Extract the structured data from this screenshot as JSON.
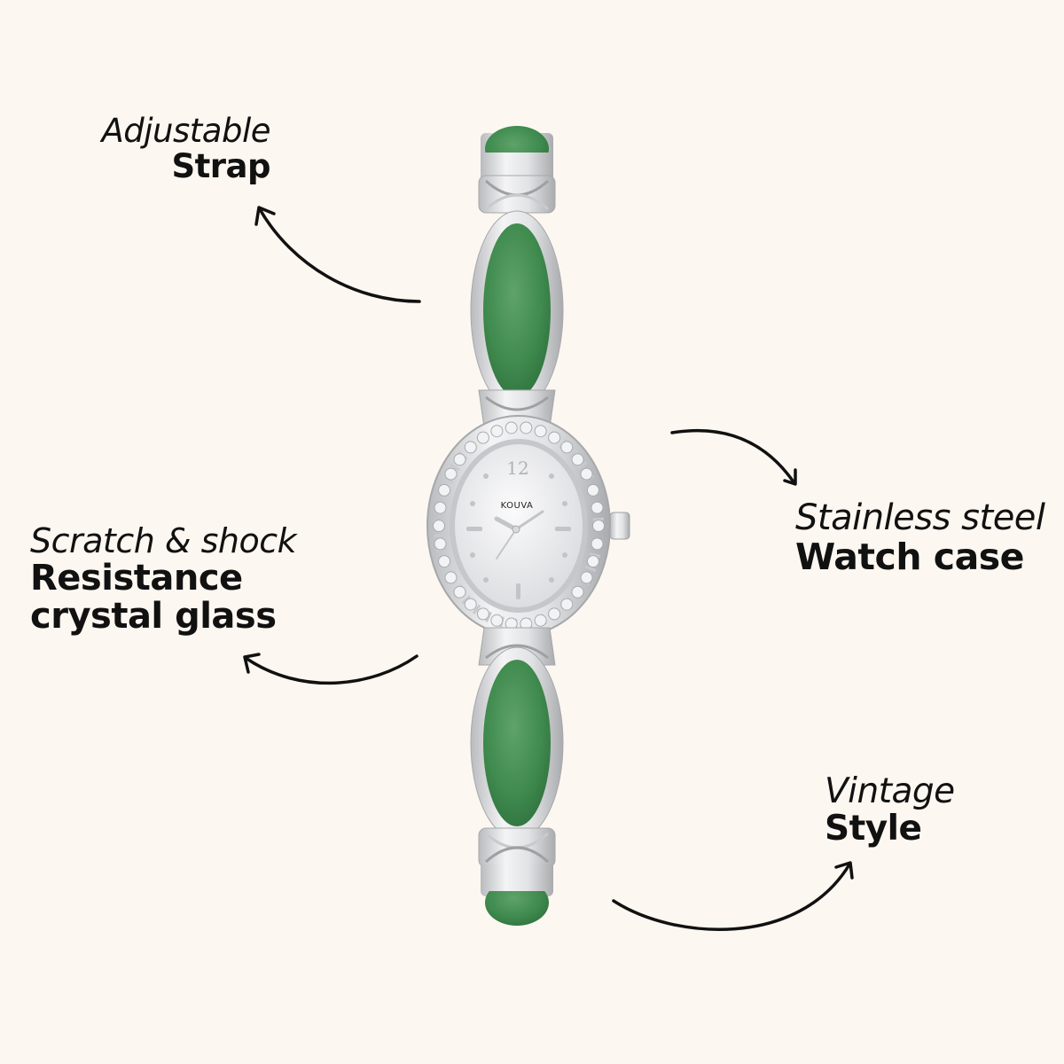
{
  "background_color": "#fdf7f1",
  "product": {
    "brand": "KOUVA",
    "dial_numeral": "12",
    "stone_color": "#3f8a4e",
    "metal_color": "#d9dadc"
  },
  "callouts": [
    {
      "id": "strap",
      "italic": "Adjustable",
      "bold": "Strap",
      "arrow": "arrow-up-left"
    },
    {
      "id": "scratch",
      "italic": "Scratch & shock",
      "bold_lines": [
        "Resistance",
        "crystal glass"
      ],
      "arrow": "arrow-left"
    },
    {
      "id": "case",
      "italic": "Stainless steel",
      "bold": "Watch case",
      "arrow": "arrow-down-right"
    },
    {
      "id": "vintage",
      "italic": "Vintage",
      "bold": "Style",
      "arrow": "arrow-up-right"
    }
  ]
}
